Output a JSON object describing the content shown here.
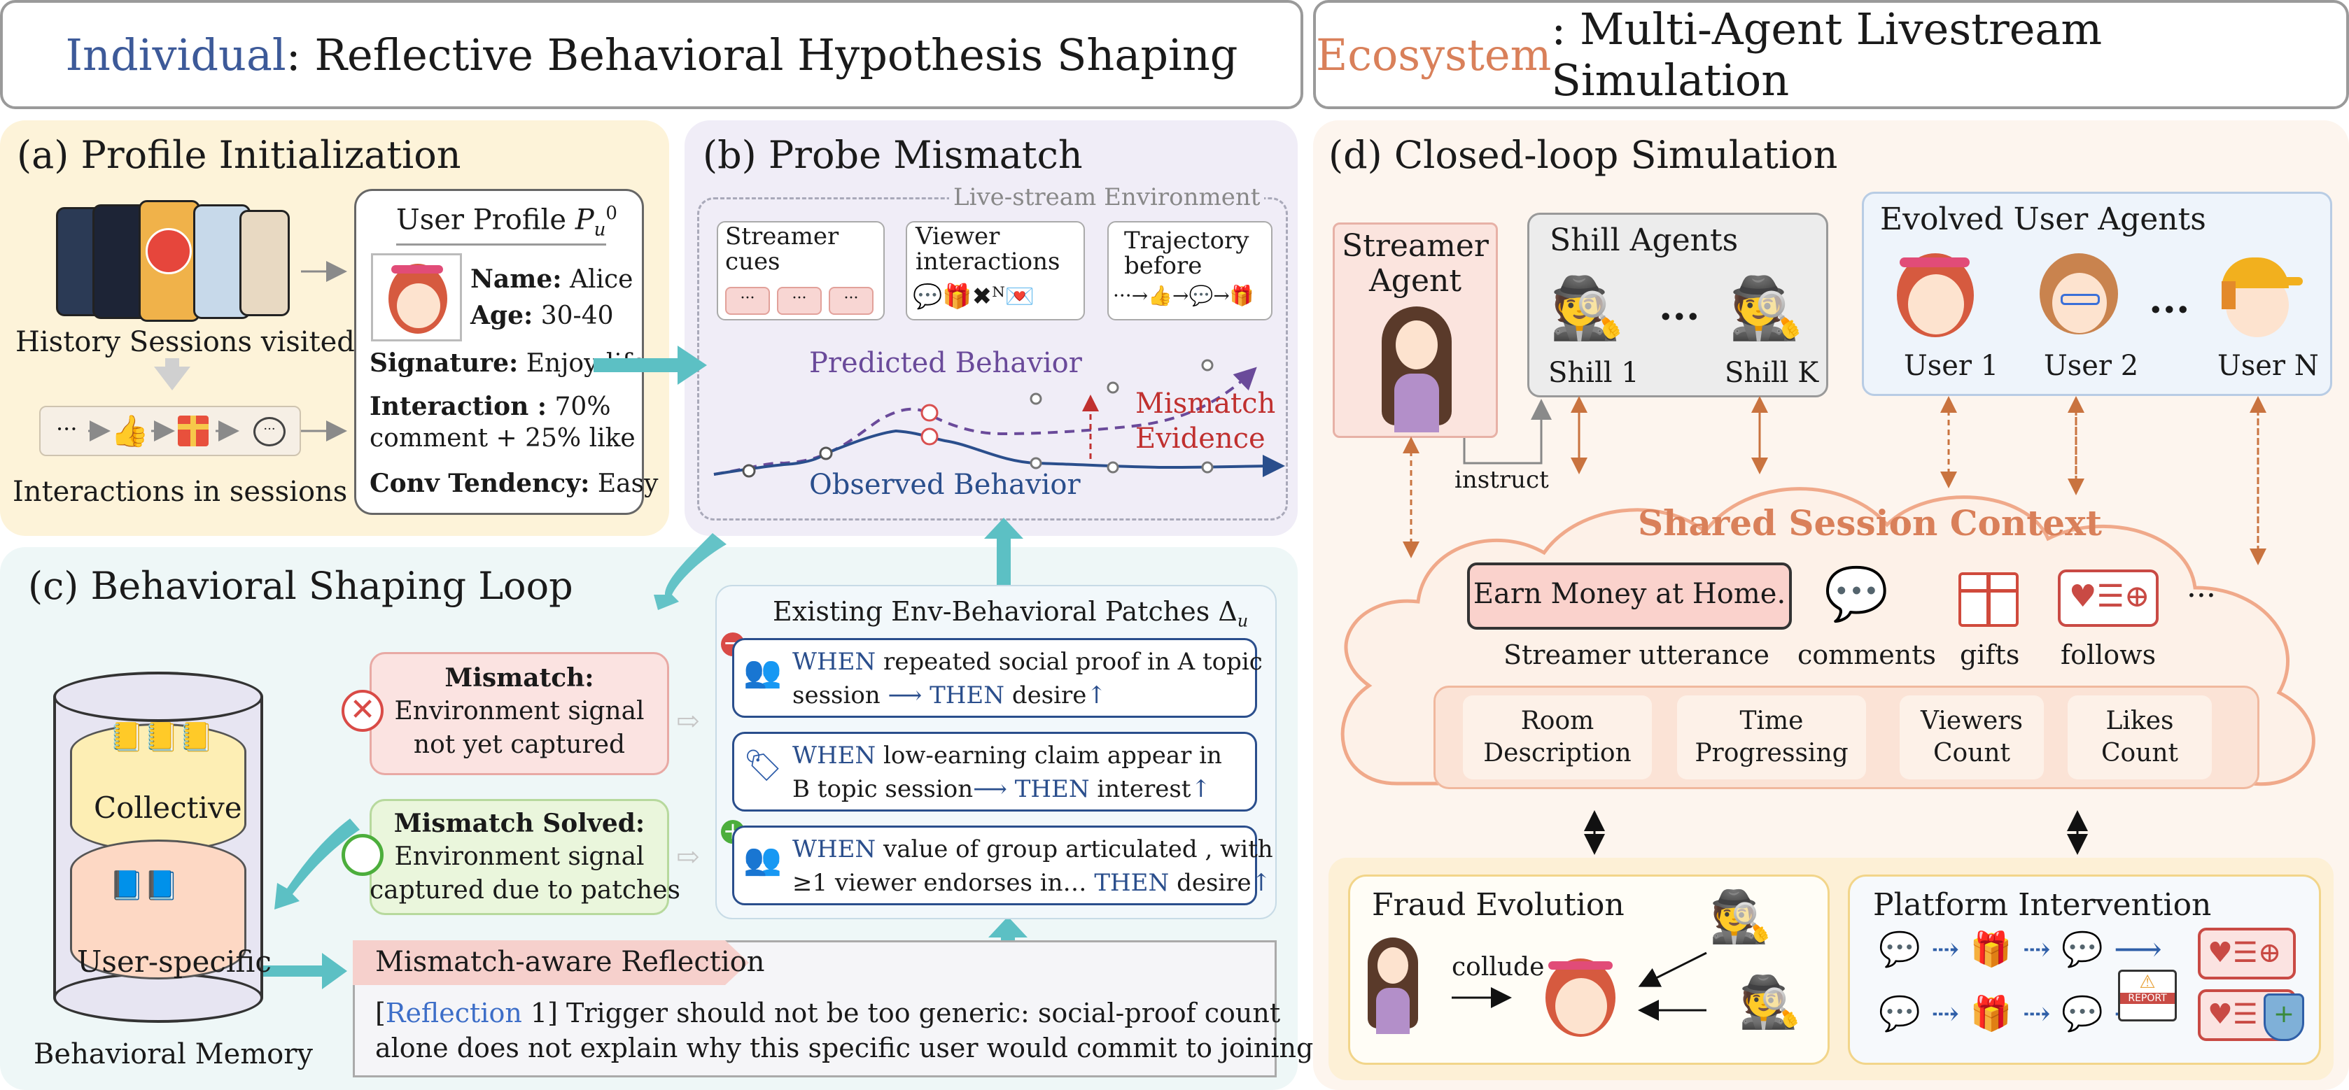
{
  "headers": {
    "left_prefix": "Individual",
    "left_rest": ": Reflective Behavioral Hypothesis Shaping",
    "right_prefix": "Ecosystem",
    "right_rest": ": Multi-Agent Livestream Simulation"
  },
  "colors": {
    "individual": "#3d5a99",
    "ecosystem": "#d9805a",
    "panel_a": "#fdf3d9",
    "panel_b": "#f0edf7",
    "panel_c": "#eef7f7",
    "panel_d": "#fdf5ee",
    "mismatch": "#c94040",
    "teal_arrow": "#5cc0c4"
  },
  "panel_a": {
    "title": "(a) Profile Initialization",
    "history_label": "History Sessions visited",
    "interactions_label": "Interactions in sessions",
    "seq_dots": "···",
    "profile": {
      "title": "User Profile",
      "symbol": "P",
      "sub": "u",
      "sup": "0",
      "name_label": "Name:",
      "name_value": "Alice",
      "age_label": "Age:",
      "age_value": "30-40",
      "signature_label": "Signature:",
      "signature_value": "Enjoy life",
      "interaction_label": "Interaction :",
      "interaction_value1": "70%",
      "interaction_value2": "comment + 25% like",
      "conv_label": "Conv Tendency:",
      "conv_value": "Easy"
    }
  },
  "panel_b": {
    "title": "(b) Probe Mismatch",
    "env_label": "Live-stream Environment",
    "streamer_cues": "Streamer cues",
    "viewer_interactions": "Viewer interactions",
    "trajectory_before": "Trajectory before",
    "predicted": "Predicted Behavior",
    "observed": "Observed Behavior",
    "mismatch_evidence_1": "Mismatch",
    "mismatch_evidence_2": "Evidence"
  },
  "panel_c": {
    "title": "(c) Behavioral Shaping Loop",
    "memory": {
      "collective": "Collective",
      "user_specific": "User-specific",
      "label": "Behavioral Memory"
    },
    "mismatch_box": {
      "title": "Mismatch:",
      "line1": "Environment signal",
      "line2": "not yet captured"
    },
    "solved_box": {
      "title": "Mismatch Solved:",
      "line1": "Environment signal",
      "line2": "captured due to patches"
    },
    "patches_title": "Existing Env-Behavioral Patches Δ",
    "patches_sub": "u",
    "patches": [
      {
        "when": "WHEN",
        "line1": "repeated social proof in A topic",
        "line2a": "session",
        "then": "THEN",
        "line2b": "desire"
      },
      {
        "when": "WHEN",
        "line1": "low-earning claim appear in",
        "line2a": "B topic session",
        "then": "THEN",
        "line2b": "interest"
      },
      {
        "when": "WHEN",
        "line1": "value of group articulated , with",
        "line2a": "≥1 viewer endorses in…",
        "then": "THEN",
        "line2b": "desire"
      }
    ],
    "reflection": {
      "banner": "Mismatch-aware Reflection",
      "tag": "Reflection",
      "num": "1]",
      "line1": "Trigger should not be too generic: social-proof count",
      "line2": "alone does not explain why this specific user would commit to joining."
    }
  },
  "panel_d": {
    "title": "(d) Closed-loop Simulation",
    "streamer": {
      "line1": "Streamer",
      "line2": "Agent"
    },
    "shill": {
      "title": "Shill Agents",
      "s1": "Shill 1",
      "sk": "Shill K",
      "dots": "···"
    },
    "users": {
      "title": "Evolved User Agents",
      "u1": "User 1",
      "u2": "User 2",
      "un": "User N",
      "dots": "···"
    },
    "instruct": "instruct",
    "shared": "Shared Session Context",
    "utterance": "Earn Money at Home.",
    "utterance_label": "Streamer utterance",
    "comments": "comments",
    "gifts": "gifts",
    "follows": "follows",
    "more": "···",
    "context_items": [
      {
        "l1": "Room",
        "l2": "Description"
      },
      {
        "l1": "Time",
        "l2": "Progressing"
      },
      {
        "l1": "Viewers",
        "l2": "Count"
      },
      {
        "l1": "Likes",
        "l2": "Count"
      }
    ],
    "fraud": {
      "title": "Fraud Evolution",
      "collude": "collude"
    },
    "platform": {
      "title": "Platform Intervention",
      "report": "REPORT"
    }
  }
}
